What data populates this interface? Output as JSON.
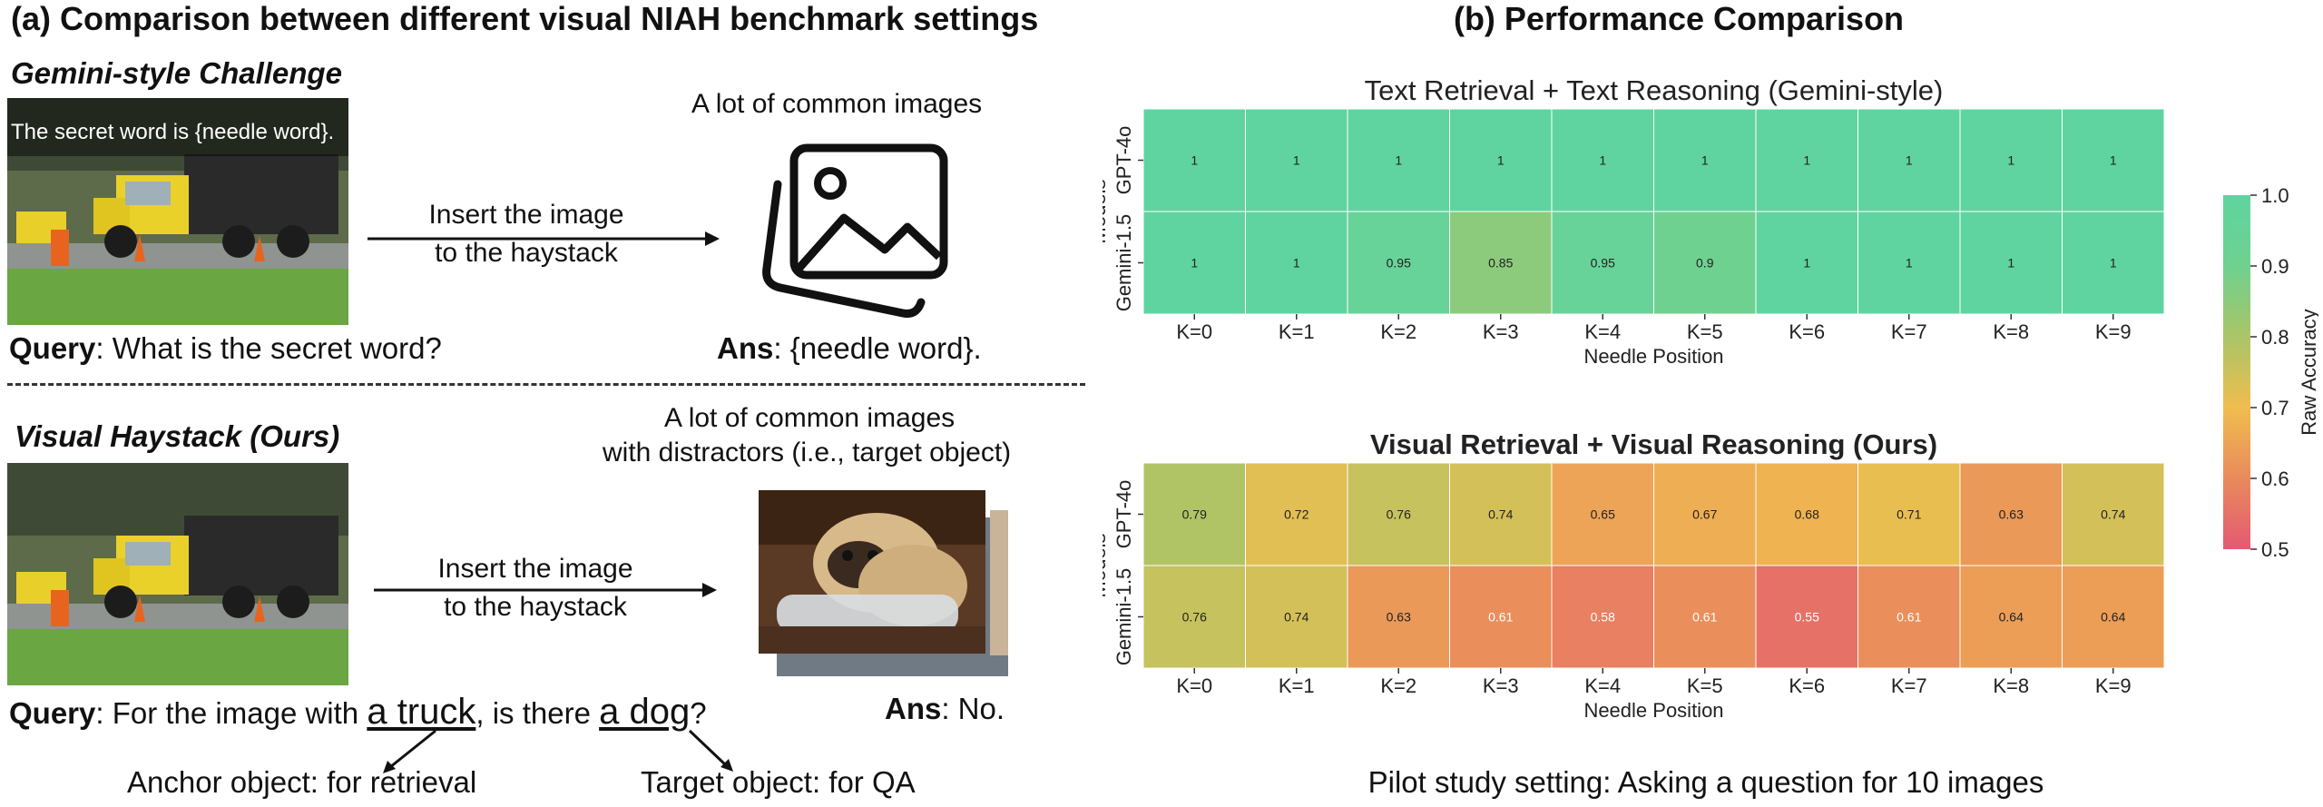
{
  "left": {
    "title": "(a) Comparison between different visual NIAH benchmark settings",
    "gemini": {
      "heading": "Gemini-style Challenge",
      "overlay": "The secret word is {needle word}.",
      "arrow_line1": "Insert the image",
      "arrow_line2": "to the haystack",
      "images_label": "A lot of common images",
      "query_bold": "Query",
      "query_text": ": What is the secret word?",
      "ans_bold": "Ans",
      "ans_text": ": {needle word}."
    },
    "ours": {
      "heading": "Visual Haystack (Ours)",
      "arrow_line1": "Insert the image",
      "arrow_line2": "to the haystack",
      "images_line1": "A lot of common images",
      "images_line2": "with distractors (i.e., target object)",
      "query_bold": "Query",
      "query_pre": ": For the image with ",
      "anchor_phrase": "a truck",
      "query_mid": ", is there ",
      "target_phrase": "a dog",
      "query_post": "?",
      "ans_bold": "Ans",
      "ans_text": ": No.",
      "anchor_note": "Anchor object: for retrieval",
      "target_note": "Target object: for QA"
    }
  },
  "right": {
    "title": "(b) Performance Comparison",
    "footer": "Pilot study setting: Asking a question for 10 images"
  },
  "chart_data": [
    {
      "type": "heatmap",
      "title": "Text Retrieval + Text Reasoning (Gemini-style)",
      "xlabel": "Needle Position",
      "ylabel": "Models",
      "x": [
        "K=0",
        "K=1",
        "K=2",
        "K=3",
        "K=4",
        "K=5",
        "K=6",
        "K=7",
        "K=8",
        "K=9"
      ],
      "y": [
        "GPT-4o",
        "Gemini-1.5"
      ],
      "values": [
        [
          1,
          1,
          1,
          1,
          1,
          1,
          1,
          1,
          1,
          1
        ],
        [
          1,
          1,
          0.95,
          0.85,
          0.95,
          0.9,
          1,
          1,
          1,
          1
        ]
      ],
      "vmin": 0.5,
      "vmax": 1.0
    },
    {
      "type": "heatmap",
      "title": "Visual Retrieval + Visual Reasoning (Ours)",
      "xlabel": "Needle Position",
      "ylabel": "Models",
      "x": [
        "K=0",
        "K=1",
        "K=2",
        "K=3",
        "K=4",
        "K=5",
        "K=6",
        "K=7",
        "K=8",
        "K=9"
      ],
      "y": [
        "GPT-4o",
        "Gemini-1.5"
      ],
      "values": [
        [
          0.79,
          0.72,
          0.76,
          0.74,
          0.65,
          0.67,
          0.68,
          0.71,
          0.63,
          0.74
        ],
        [
          0.76,
          0.74,
          0.63,
          0.61,
          0.58,
          0.61,
          0.55,
          0.61,
          0.64,
          0.64
        ]
      ],
      "vmin": 0.5,
      "vmax": 1.0
    }
  ],
  "colorbar": {
    "label": "Raw Accuracy",
    "ticks": [
      "1.0",
      "0.9",
      "0.8",
      "0.7",
      "0.6",
      "0.5"
    ],
    "colors": [
      "#e35a73",
      "#e98a5c",
      "#f0bd4f",
      "#aac567",
      "#6ed190",
      "#5fd4a0"
    ]
  }
}
